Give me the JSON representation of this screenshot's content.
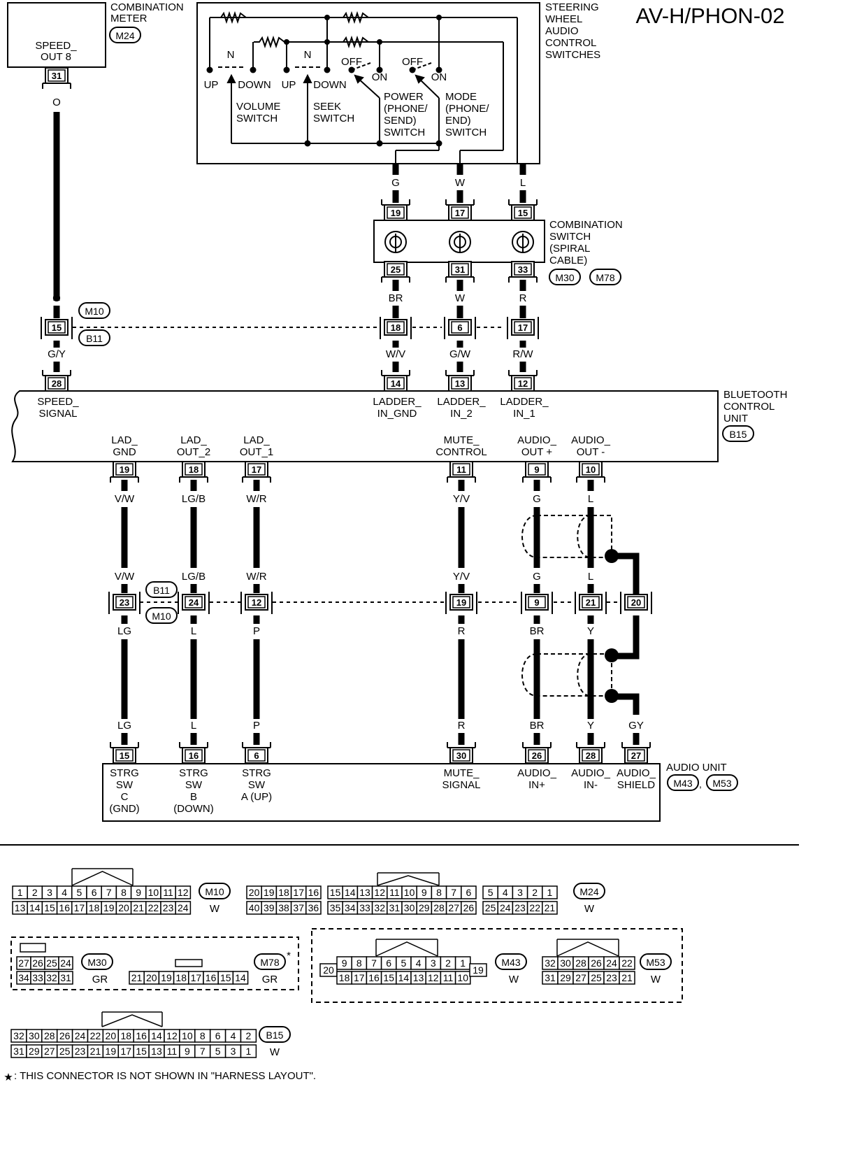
{
  "title": "AV-H/PHON-02",
  "combination_meter": {
    "label": [
      "COMBINATION",
      "METER"
    ],
    "connector": "M24",
    "term_label": [
      "SPEED_",
      "OUT 8"
    ],
    "pin": "31",
    "wire": "O"
  },
  "steering_switches": {
    "label": [
      "STEERING",
      "WHEEL",
      "AUDIO",
      "CONTROL",
      "SWITCHES"
    ],
    "volume": {
      "n": "N",
      "up": "UP",
      "down": "DOWN",
      "name": [
        "VOLUME",
        "SWITCH"
      ]
    },
    "seek": {
      "n": "N",
      "up": "UP",
      "down": "DOWN",
      "name": [
        "SEEK",
        "SWITCH"
      ]
    },
    "power": {
      "off": "OFF",
      "on": "ON",
      "name": [
        "POWER",
        "(PHONE/",
        "SEND)",
        "SWITCH"
      ]
    },
    "mode": {
      "off": "OFF",
      "on": "ON",
      "name": [
        "MODE",
        "(PHONE/",
        "END)",
        "SWITCH"
      ]
    },
    "wires": [
      "G",
      "W",
      "L"
    ]
  },
  "combination_switch": {
    "label": [
      "COMBINATION",
      "SWITCH",
      "(SPIRAL",
      "CABLE)"
    ],
    "connectors": [
      "M30",
      "M78"
    ],
    "top_pins": [
      "19",
      "17",
      "15"
    ],
    "bottom_pins": [
      "25",
      "31",
      "33"
    ],
    "bottom_wires": [
      "BR",
      "W",
      "R"
    ]
  },
  "junction_upper": {
    "connector_top": "M10",
    "connector_bottom": "B11",
    "pins": [
      "15",
      "18",
      "6",
      "17"
    ],
    "wire_top_left": "O",
    "wires_below": [
      "G/Y",
      "W/V",
      "G/W",
      "R/W"
    ]
  },
  "bluetooth_unit": {
    "label": [
      "BLUETOOTH",
      "CONTROL",
      "UNIT"
    ],
    "connector": "B15",
    "top_terminals": [
      {
        "pin": "28",
        "name": [
          "SPEED_",
          "SIGNAL"
        ]
      },
      {
        "pin": "14",
        "name": [
          "LADDER_",
          "IN_GND"
        ]
      },
      {
        "pin": "13",
        "name": [
          "LADDER_",
          "IN_2"
        ]
      },
      {
        "pin": "12",
        "name": [
          "LADDER_",
          "IN_1"
        ]
      }
    ],
    "bottom_terminals": [
      {
        "pin": "19",
        "name": [
          "LAD_",
          "GND"
        ],
        "wire": "V/W"
      },
      {
        "pin": "18",
        "name": [
          "LAD_",
          "OUT_2"
        ],
        "wire": "LG/B"
      },
      {
        "pin": "17",
        "name": [
          "LAD_",
          "OUT_1"
        ],
        "wire": "W/R"
      },
      {
        "pin": "11",
        "name": [
          "MUTE_",
          "CONTROL"
        ],
        "wire": "Y/V"
      },
      {
        "pin": "9",
        "name": [
          "AUDIO_",
          "OUT +"
        ],
        "wire": "G"
      },
      {
        "pin": "10",
        "name": [
          "AUDIO_",
          "OUT -"
        ],
        "wire": "L"
      }
    ]
  },
  "junction_lower": {
    "connector_top": "B11",
    "connector_bottom": "M10",
    "wires_above": [
      "V/W",
      "LG/B",
      "W/R",
      "Y/V",
      "G",
      "L"
    ],
    "pins": [
      "23",
      "24",
      "12",
      "19",
      "9",
      "21",
      "20"
    ],
    "wires_below": [
      "LG",
      "L",
      "P",
      "R",
      "BR",
      "Y"
    ]
  },
  "audio_unit": {
    "label": [
      "AUDIO UNIT"
    ],
    "connectors": [
      "M43",
      "M53"
    ],
    "wires_above": [
      "LG",
      "L",
      "P",
      "R",
      "BR",
      "Y",
      "GY"
    ],
    "terminals": [
      {
        "pin": "15",
        "name": [
          "STRG",
          "SW",
          "C",
          "(GND)"
        ]
      },
      {
        "pin": "16",
        "name": [
          "STRG",
          "SW",
          "B",
          "(DOWN)"
        ]
      },
      {
        "pin": "6",
        "name": [
          "STRG",
          "SW",
          "A (UP)"
        ]
      },
      {
        "pin": "30",
        "name": [
          "MUTE_",
          "SIGNAL"
        ]
      },
      {
        "pin": "26",
        "name": [
          "AUDIO_",
          "IN+"
        ]
      },
      {
        "pin": "28",
        "name": [
          "AUDIO_",
          "IN-"
        ]
      },
      {
        "pin": "27",
        "name": [
          "AUDIO_",
          "SHIELD"
        ]
      }
    ]
  },
  "connector_faces": {
    "m10": {
      "id": "M10",
      "color": "W",
      "row1": [
        "1",
        "2",
        "3",
        "4",
        "5",
        "6",
        "7",
        "8",
        "9",
        "10",
        "11",
        "12"
      ],
      "row2": [
        "13",
        "14",
        "15",
        "16",
        "17",
        "18",
        "19",
        "20",
        "21",
        "22",
        "23",
        "24"
      ]
    },
    "m24": {
      "id": "M24",
      "color": "W",
      "row1": [
        "20",
        "19",
        "18",
        "17",
        "16",
        "",
        "15",
        "14",
        "13",
        "12",
        "11",
        "10",
        "9",
        "8",
        "7",
        "6",
        "",
        "5",
        "4",
        "3",
        "2",
        "1"
      ],
      "row2": [
        "40",
        "39",
        "38",
        "37",
        "36",
        "",
        "35",
        "34",
        "33",
        "32",
        "31",
        "30",
        "29",
        "28",
        "27",
        "26",
        "",
        "25",
        "24",
        "23",
        "22",
        "21"
      ]
    },
    "m30": {
      "id": "M30",
      "color": "GR",
      "row1": [
        "27",
        "26",
        "25",
        "24"
      ],
      "row2": [
        "34",
        "33",
        "32",
        "31"
      ]
    },
    "m78": {
      "id": "M78",
      "color": "GR",
      "star": "*",
      "row": [
        "21",
        "20",
        "19",
        "18",
        "17",
        "16",
        "15",
        "14"
      ]
    },
    "m43": {
      "id": "M43",
      "color": "W",
      "row1": [
        "9",
        "8",
        "7",
        "6",
        "5",
        "4",
        "3",
        "2",
        "1"
      ],
      "side": "20",
      "row2": [
        "18",
        "17",
        "16",
        "15",
        "14",
        "13",
        "12",
        "11",
        "10"
      ],
      "end": "19"
    },
    "m53": {
      "id": "M53",
      "color": "W",
      "row1": [
        "32",
        "30",
        "28",
        "26",
        "24",
        "22"
      ],
      "row2": [
        "31",
        "29",
        "27",
        "25",
        "23",
        "21"
      ]
    },
    "b15": {
      "id": "B15",
      "color": "W",
      "row1": [
        "32",
        "30",
        "28",
        "26",
        "24",
        "22",
        "20",
        "18",
        "16",
        "14",
        "12",
        "10",
        "8",
        "6",
        "4",
        "2"
      ],
      "row2": [
        "31",
        "29",
        "27",
        "25",
        "23",
        "21",
        "19",
        "17",
        "15",
        "13",
        "11",
        "9",
        "7",
        "5",
        "3",
        "1"
      ]
    }
  },
  "footnote": {
    "star": "★",
    "text": ": THIS CONNECTOR IS NOT SHOWN IN \"HARNESS LAYOUT\"."
  }
}
